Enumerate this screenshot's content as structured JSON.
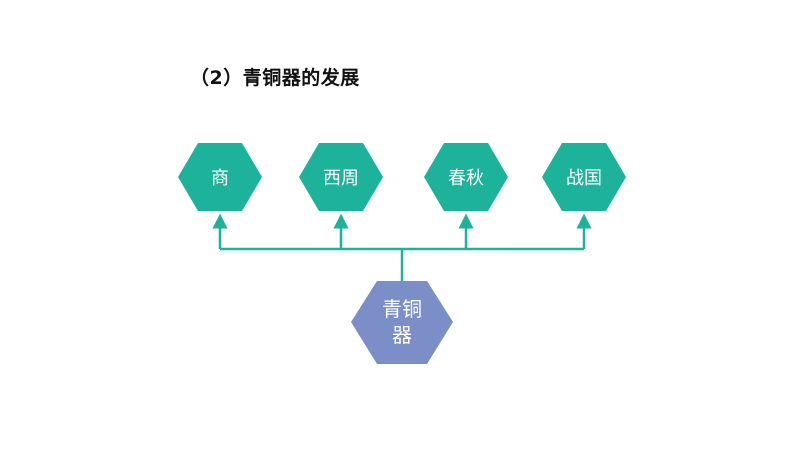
{
  "title": "（2）青铜器的发展",
  "root": {
    "line1": "青铜",
    "line2": "器",
    "color": "#7b8ec8"
  },
  "periods": [
    {
      "label": "商"
    },
    {
      "label": "西周"
    },
    {
      "label": "春秋"
    },
    {
      "label": "战国"
    }
  ],
  "colors": {
    "period": "#1db39a",
    "connector": "#1db39a"
  }
}
